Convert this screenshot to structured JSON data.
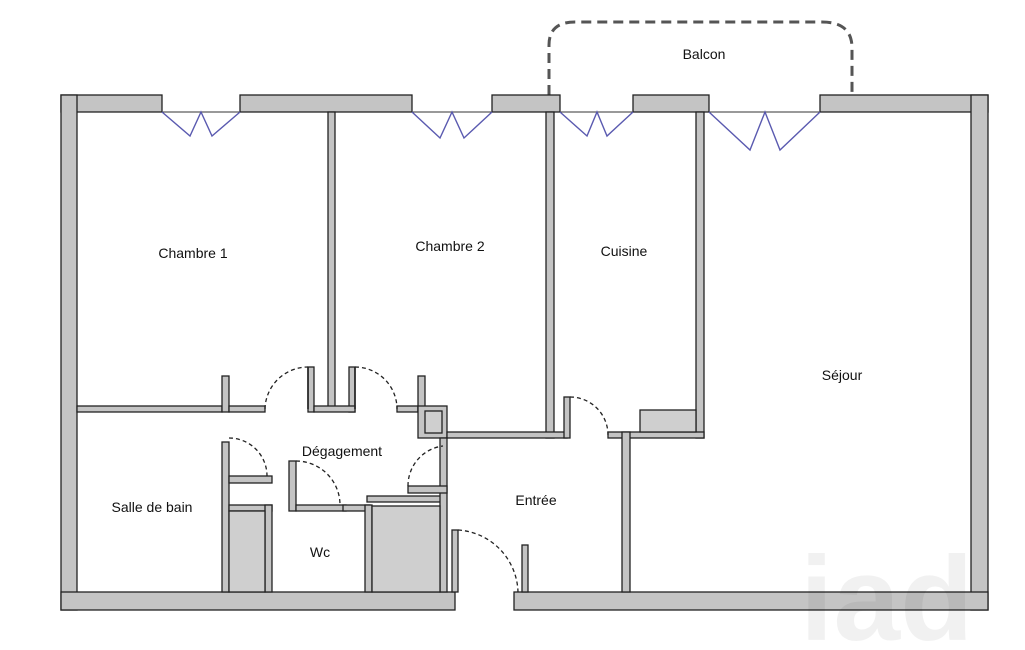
{
  "rooms": {
    "chambre1": "Chambre 1",
    "chambre2": "Chambre 2",
    "cuisine": "Cuisine",
    "sejour": "Séjour",
    "balcon": "Balcon",
    "degagement": "Dégagement",
    "salle_de_bain": "Salle de bain",
    "wc": "Wc",
    "entree": "Entrée"
  },
  "watermark": "iad",
  "colors": {
    "wall_fill": "#c4c4c4",
    "window_blue": "#5a5ab0",
    "balcony_dash": "#555555"
  }
}
